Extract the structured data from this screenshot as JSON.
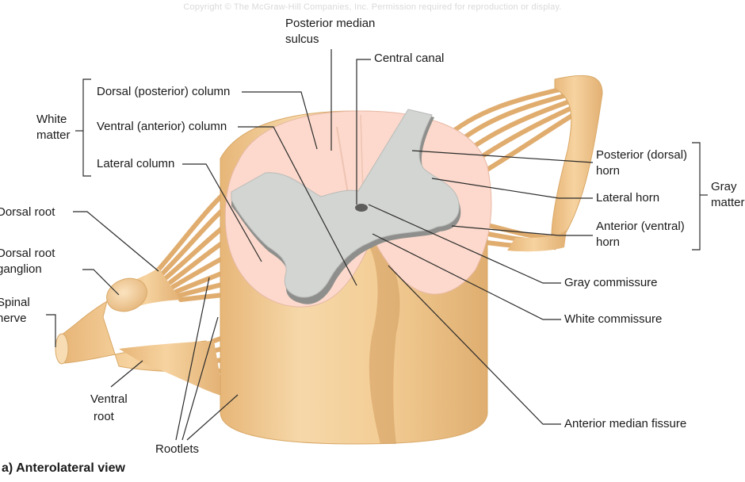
{
  "copyright": "Copyright © The McGraw-Hill Companies, Inc. Permission required for reproduction or display.",
  "caption": "a) Anterolateral view",
  "labels": {
    "posterior_median_sulcus_1": "Posterior median",
    "posterior_median_sulcus_2": "sulcus",
    "central_canal": "Central canal",
    "dorsal_posterior_column": "Dorsal (posterior) column",
    "ventral_anterior_column": "Ventral (anterior) column",
    "lateral_column": "Lateral column",
    "white_matter_1": "White",
    "white_matter_2": "matter",
    "dorsal_root": "Dorsal root",
    "dorsal_root_ganglion_1": "Dorsal root",
    "dorsal_root_ganglion_2": "ganglion",
    "spinal_nerve_1": "Spinal",
    "spinal_nerve_2": "nerve",
    "ventral_root_1": "Ventral",
    "ventral_root_2": "root",
    "rootlets": "Rootlets",
    "posterior_dorsal_horn_1": "Posterior (dorsal)",
    "posterior_dorsal_horn_2": "horn",
    "lateral_horn": "Lateral horn",
    "anterior_ventral_horn_1": "Anterior (ventral)",
    "anterior_ventral_horn_2": "horn",
    "gray_matter_1": "Gray",
    "gray_matter_2": "matter",
    "gray_commissure": "Gray commissure",
    "white_commissure": "White commissure",
    "anterior_median_fissure": "Anterior median fissure"
  },
  "colors": {
    "tan": "#f3cd95",
    "tan_dark": "#dcab6d",
    "tan_light": "#f9dfb8",
    "pink": "#fcd9cc",
    "gray": "#d3d5d2",
    "gray_dark": "#8e8f8c",
    "leader": "#2b2b2b"
  }
}
